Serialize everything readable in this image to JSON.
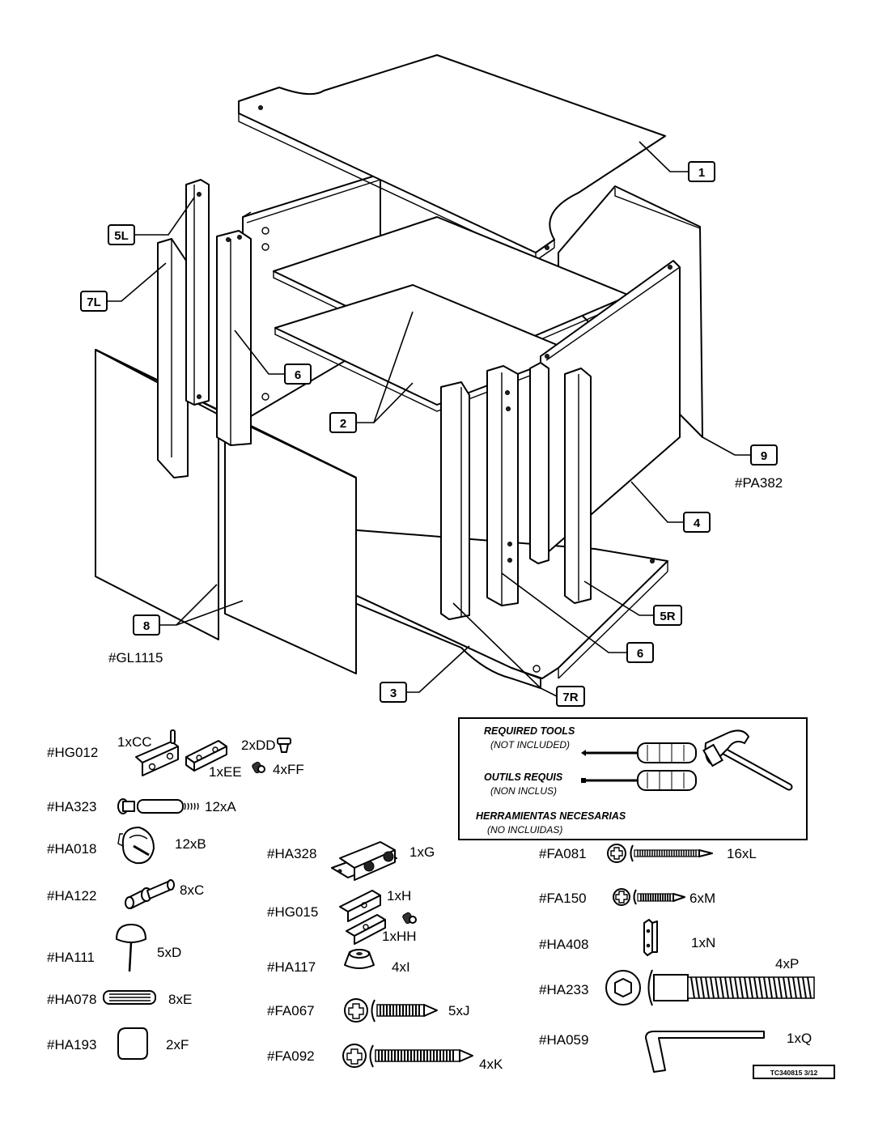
{
  "callouts": {
    "c1": "1",
    "c2": "2",
    "c3": "3",
    "c4": "4",
    "c5l": "5L",
    "c5r": "5R",
    "c6a": "6",
    "c6b": "6",
    "c7l": "7L",
    "c7r": "7R",
    "c8": "8",
    "c9": "9"
  },
  "panel_codes": {
    "glass": "#GL1115",
    "back": "#PA382"
  },
  "tools": {
    "required": "REQUIRED TOOLS",
    "not_included": "(NOT INCLUDED)",
    "requis": "OUTILS REQUIS",
    "non_inclus": "(NON INCLUS)",
    "necesarias": "HERRAMIENTAS NECESARIAS",
    "no_incluidas": "(NO INCLUIDAS)"
  },
  "hardware": {
    "hg012": {
      "code": "#HG012",
      "q1": "1xCC",
      "q2": "2xDD",
      "q3": "1xEE",
      "q4": "4xFF"
    },
    "ha323": {
      "code": "#HA323",
      "qty": "12xA"
    },
    "ha018": {
      "code": "#HA018",
      "qty": "12xB"
    },
    "ha122": {
      "code": "#HA122",
      "qty": "8xC"
    },
    "ha111": {
      "code": "#HA111",
      "qty": "5xD"
    },
    "ha078": {
      "code": "#HA078",
      "qty": "8xE"
    },
    "ha193": {
      "code": "#HA193",
      "qty": "2xF"
    },
    "ha328": {
      "code": "#HA328",
      "qty": "1xG"
    },
    "hg015": {
      "code": "#HG015",
      "q1": "1xH",
      "q2": "1xHH"
    },
    "ha117": {
      "code": "#HA117",
      "qty": "4xI"
    },
    "fa067": {
      "code": "#FA067",
      "qty": "5xJ"
    },
    "fa092": {
      "code": "#FA092",
      "qty": "4xK"
    },
    "fa081": {
      "code": "#FA081",
      "qty": "16xL"
    },
    "fa150": {
      "code": "#FA150",
      "qty": "6xM"
    },
    "ha408": {
      "code": "#HA408",
      "qty": "1xN"
    },
    "ha233": {
      "code": "#HA233",
      "qty": "4xP"
    },
    "ha059": {
      "code": "#HA059",
      "qty": "1xQ"
    }
  },
  "doc_code": "TC340815 3/12"
}
